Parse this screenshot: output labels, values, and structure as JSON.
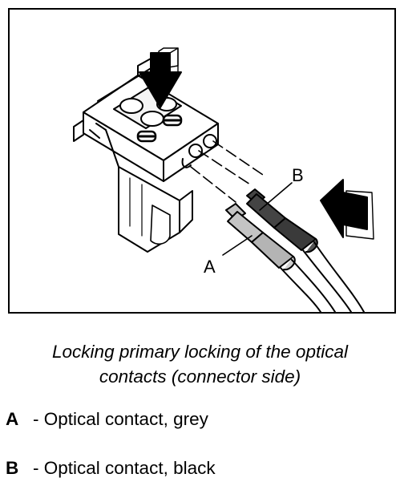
{
  "figure": {
    "callouts": {
      "a": "A",
      "b": "B"
    },
    "colors": {
      "frame": "#000000",
      "contact_grey": "#c4c4c4",
      "contact_black": "#444444",
      "housing": "#ffffff"
    },
    "icons": [
      "push-down-arrow-icon",
      "push-left-arrow-icon"
    ]
  },
  "caption": "Locking primary locking of the optical\ncontacts (connector side)",
  "legend": [
    {
      "key": "A",
      "text": "- Optical contact, grey"
    },
    {
      "key": "B",
      "text": "- Optical contact, black"
    }
  ]
}
